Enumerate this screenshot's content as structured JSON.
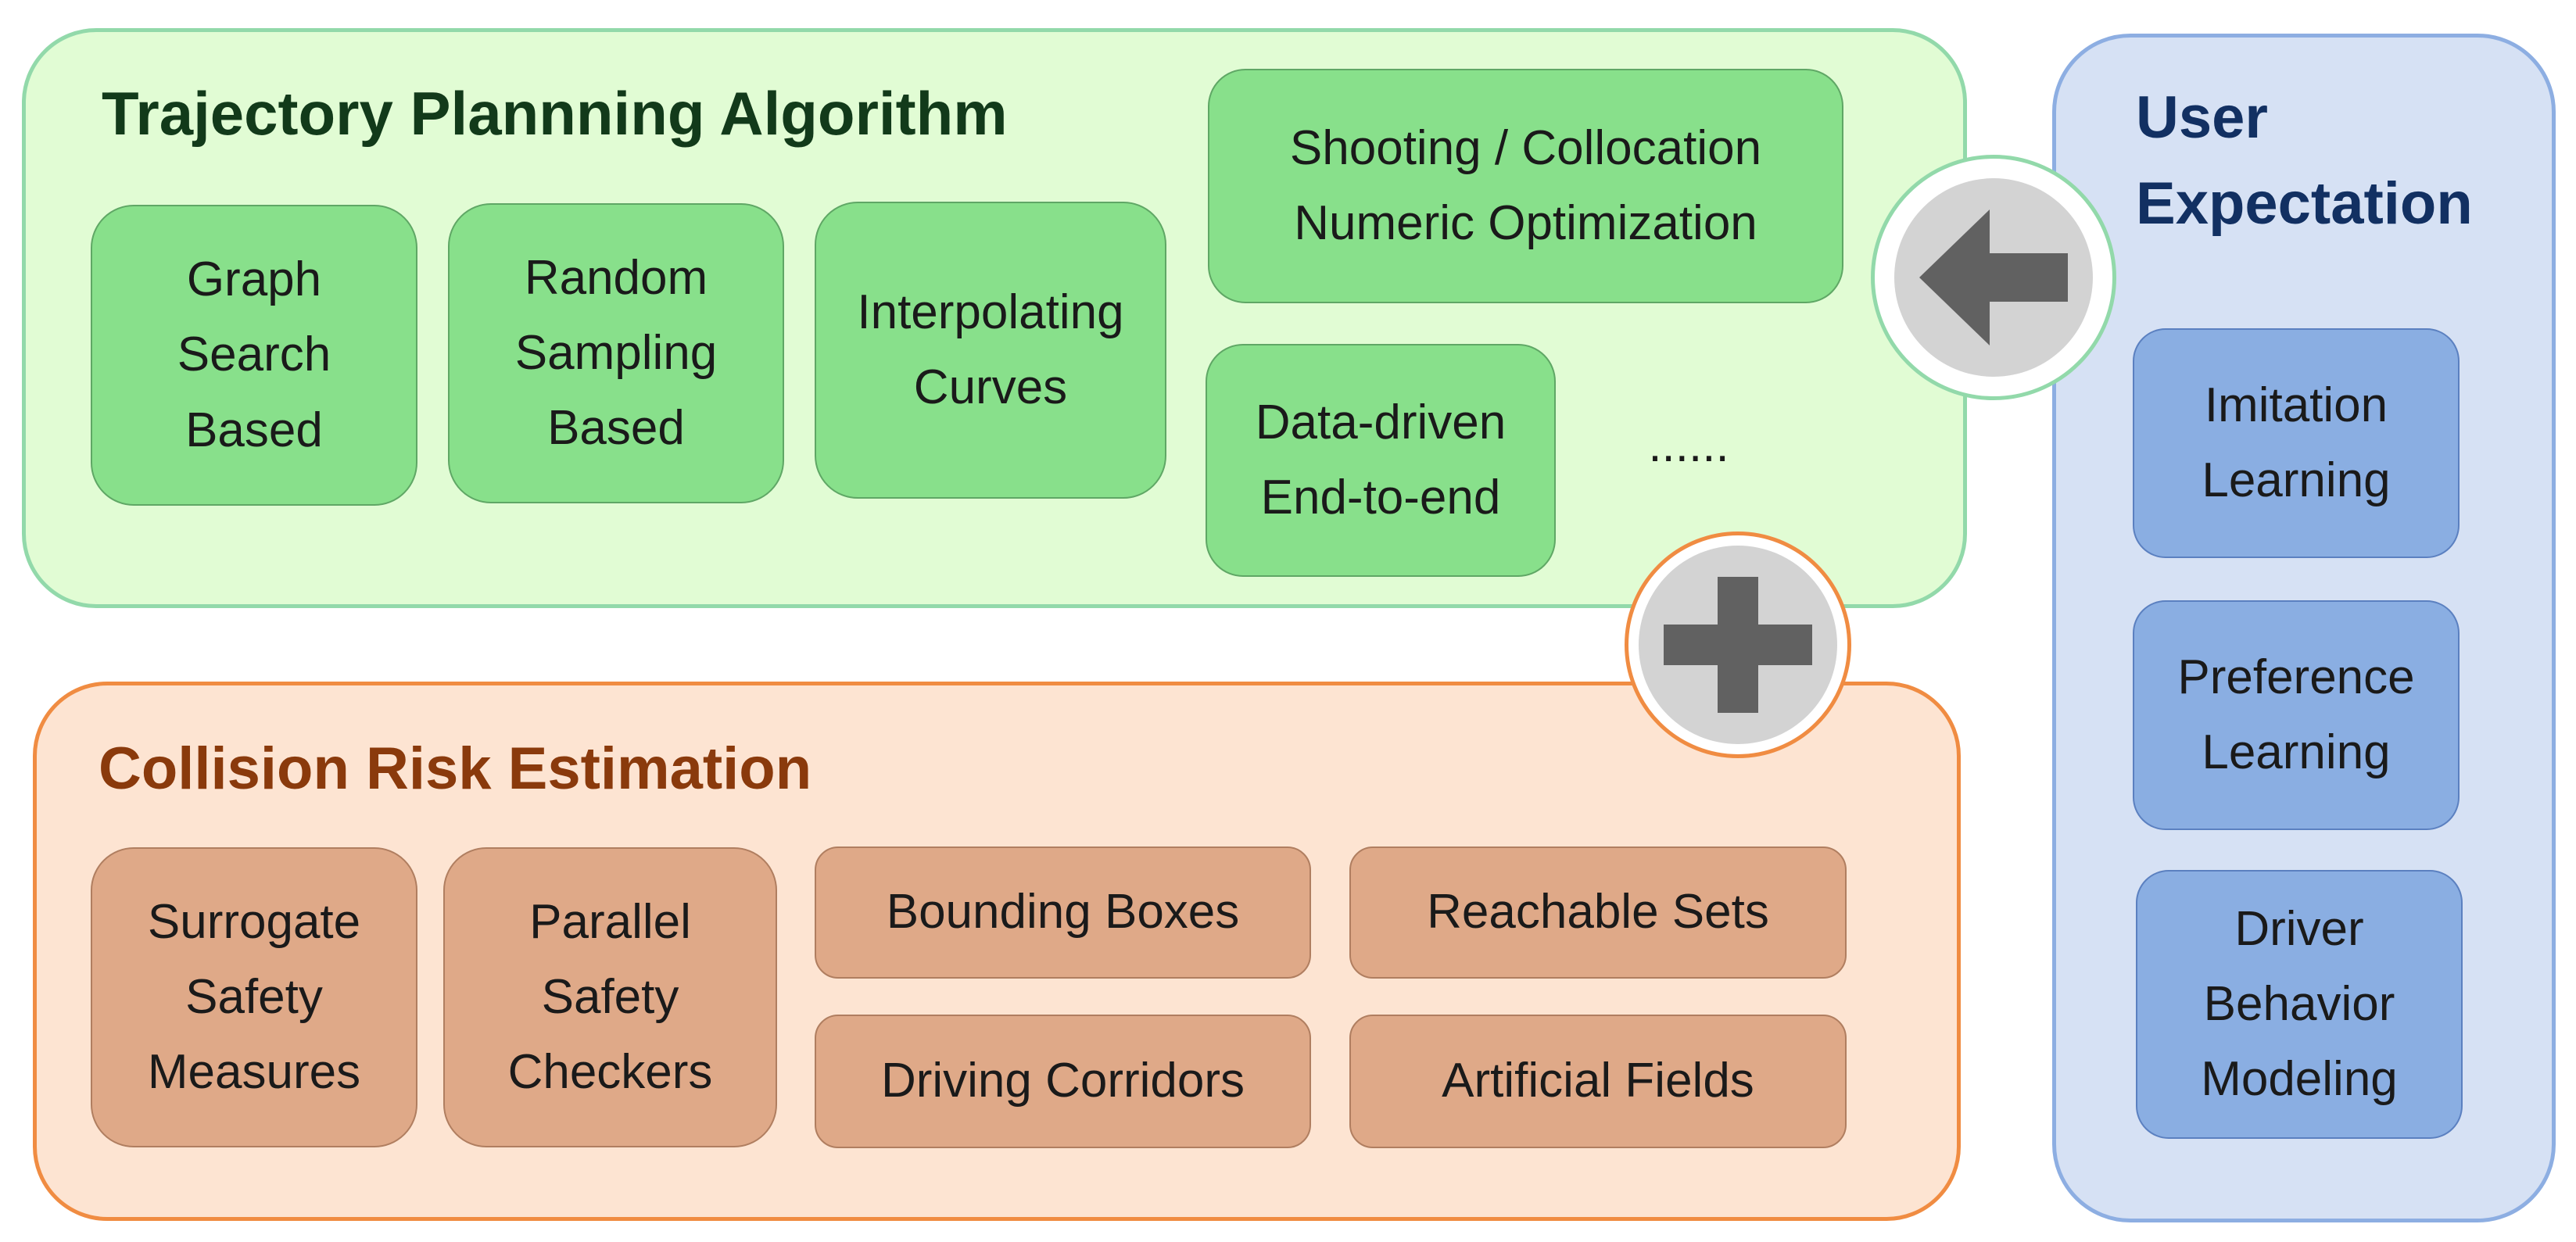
{
  "trajectory": {
    "title": "Trajectory Plannning Algorithm",
    "items": [
      "Graph\nSearch\nBased",
      "Random\nSampling\nBased",
      "Interpolating\nCurves",
      "Shooting / Collocation\nNumeric Optimization",
      "Data-driven\nEnd-to-end",
      "......"
    ]
  },
  "collision": {
    "title": "Collision Risk Estimation",
    "items": [
      "Surrogate\nSafety\nMeasures",
      "Parallel\nSafety\nCheckers",
      "Bounding Boxes",
      "Reachable Sets",
      "Driving Corridors",
      "Artificial Fields"
    ]
  },
  "user": {
    "title": "User\nExpectation",
    "items": [
      "Imitation\nLearning",
      "Preference\nLearning",
      "Driver\nBehavior\nModeling"
    ]
  },
  "icons": [
    "arrow-left-icon",
    "plus-icon"
  ],
  "colors": {
    "traj_bg": "#e1fcd4",
    "traj_border": "#92d9aa",
    "traj_title": "#123a1a",
    "traj_box": "#88e08b",
    "coll_bg": "#fde4d2",
    "coll_border": "#f08c42",
    "coll_title": "#8a3a0c",
    "coll_box": "#dfa988",
    "user_bg": "#d6e1f4",
    "user_border": "#8daee2",
    "user_title": "#123062",
    "user_box": "#8aaee2",
    "icon_circle": "#d3d3d3",
    "icon_glyph": "#616161"
  }
}
